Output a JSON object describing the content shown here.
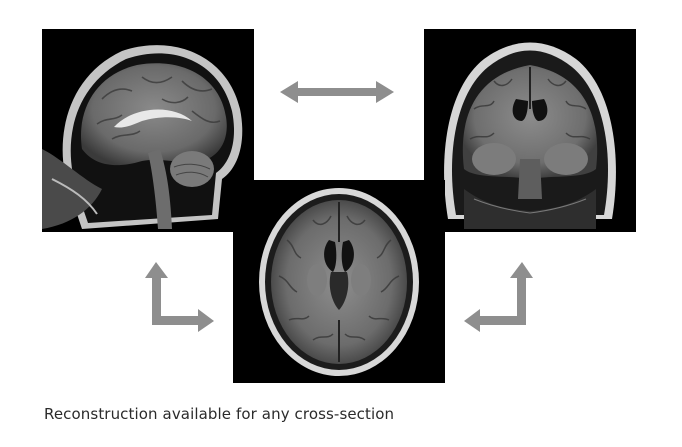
{
  "caption": "Reconstruction available for any cross-section",
  "panels": [
    {
      "name": "sagittal"
    },
    {
      "name": "coronal"
    },
    {
      "name": "axial"
    }
  ],
  "arrow_color": "#8e8e8e",
  "panel_background": "#000000"
}
